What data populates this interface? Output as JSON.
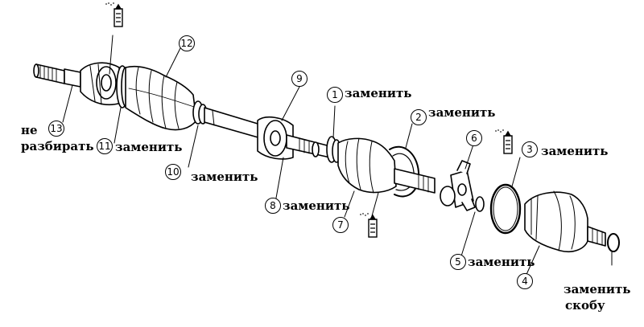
{
  "diagram": {
    "callouts": [
      {
        "id": "1",
        "note": "заменить"
      },
      {
        "id": "2",
        "note": "заменить"
      },
      {
        "id": "3",
        "note": "заменить"
      },
      {
        "id": "4",
        "note": ""
      },
      {
        "id": "5",
        "note": "заменить"
      },
      {
        "id": "6",
        "note": ""
      },
      {
        "id": "7",
        "note": ""
      },
      {
        "id": "8",
        "note": "заменить"
      },
      {
        "id": "9",
        "note": ""
      },
      {
        "id": "10",
        "note": "заменить"
      },
      {
        "id": "11",
        "note": "заменить"
      },
      {
        "id": "12",
        "note": ""
      },
      {
        "id": "13",
        "note": ""
      }
    ],
    "note_13_line1": "не",
    "note_13_line2": "разбирать",
    "clip_note_line1": "заменить",
    "clip_note_line2": "скобу",
    "grease_icon": "grease-tube-icon"
  }
}
